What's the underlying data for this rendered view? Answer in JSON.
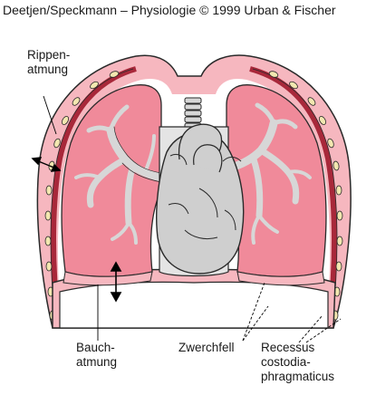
{
  "header": {
    "credit": "Deetjen/Speckmann – Physiologie © 1999 Urban & Fischer"
  },
  "labels": {
    "rippen_line1": "Rippen-",
    "rippen_line2": "atmung",
    "bauch_line1": "Bauch-",
    "bauch_line2": "atmung",
    "zwerchfell": "Zwerchfell",
    "recessus_line1": "Recessus",
    "recessus_line2": "costodia-",
    "recessus_line3": "phragmaticus"
  },
  "colors": {
    "lung_fill": "#f08a9a",
    "chest_wall": "#f6b7bf",
    "muscle_band": "#a8283a",
    "rib_nodule": "#f3e7b0",
    "airway": "#d7d7d7",
    "heart_fill": "#cfcfcf",
    "outline": "#2a2a2a"
  }
}
